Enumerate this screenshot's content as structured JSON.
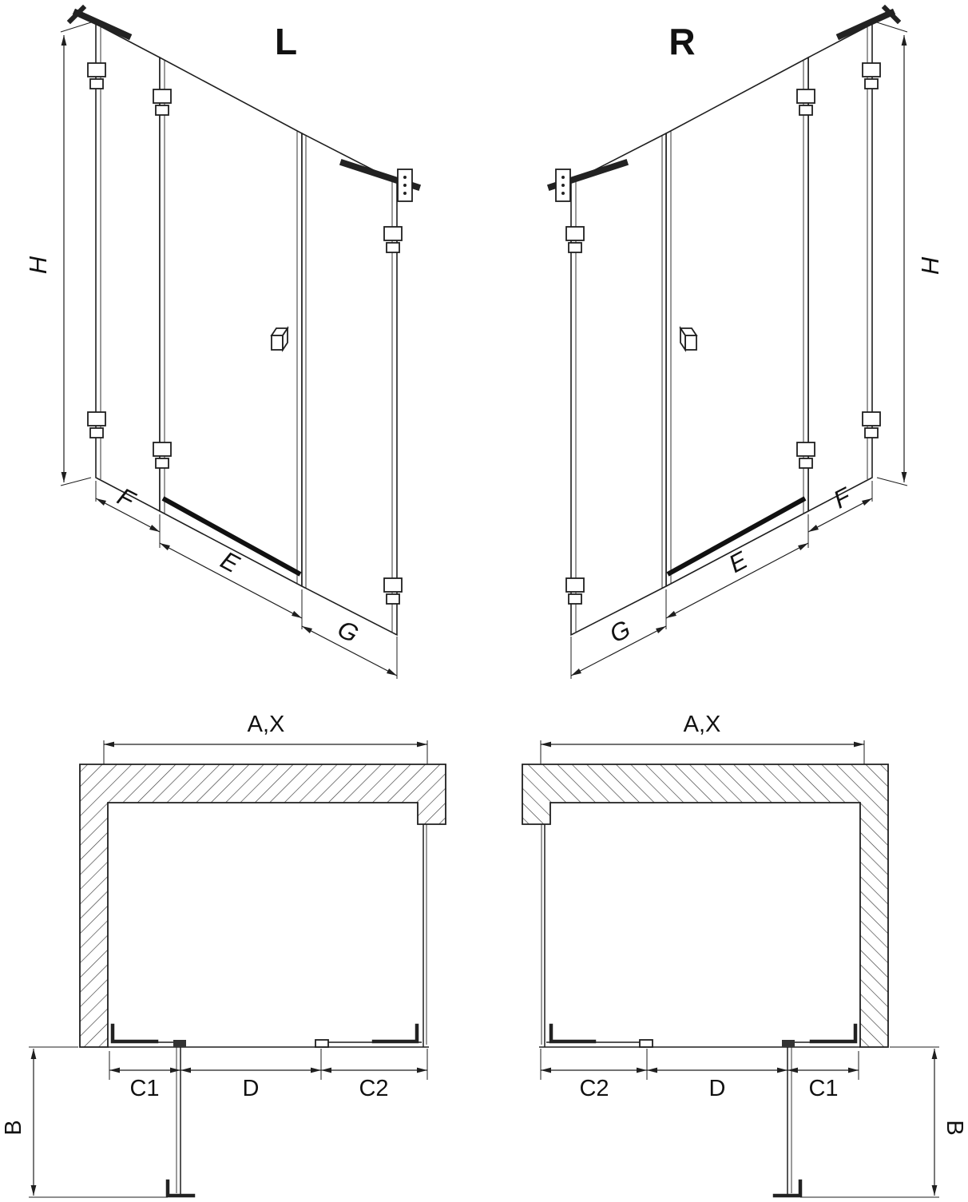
{
  "views": {
    "left_iso": {
      "label": "L",
      "dims": {
        "height": "H",
        "fixed_front": "F",
        "door_width": "E",
        "side_panel": "G"
      }
    },
    "right_iso": {
      "label": "R",
      "dims": {
        "height": "H",
        "fixed_front": "F",
        "door_width": "E",
        "side_panel": "G"
      }
    },
    "left_plan": {
      "dims": {
        "total_width": "A,X",
        "side_depth": "B",
        "seg_left": "C1",
        "door": "D",
        "seg_right": "C2"
      }
    },
    "right_plan": {
      "dims": {
        "total_width": "A,X",
        "side_depth": "B",
        "seg_left": "C2",
        "door": "D",
        "seg_right": "C1"
      }
    }
  },
  "colors": {
    "line": "#1f1f1f",
    "background": "#ffffff"
  }
}
